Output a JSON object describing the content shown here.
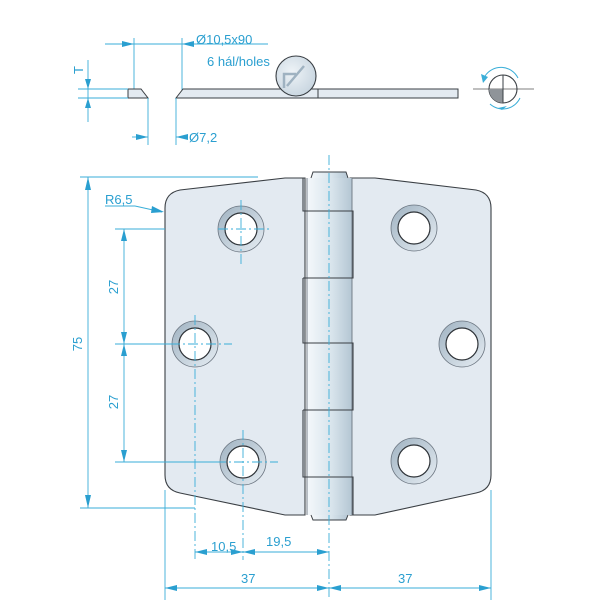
{
  "drawing": {
    "title": "Hinge technical drawing",
    "colors": {
      "dimension": "#2a9fd0",
      "outline": "#3a3f44",
      "leaf_fill": "#e3eaf1",
      "knuckle_light": "#f4f8fb",
      "knuckle_dark": "#b9cad6"
    },
    "side_view": {
      "pin_label": "Ø10,5x90",
      "holes_label": "6 hál/holes",
      "hole_diameter_label": "Ø7,2",
      "thickness_label": "T"
    },
    "projection_symbol": "first-angle-projection-icon",
    "front_view": {
      "corner_radius_label": "R6,5",
      "height_label": "75",
      "hole_spacing_upper_label": "27",
      "hole_spacing_lower_label": "27",
      "hole_offset_x_label": "10,5",
      "hole_to_pin_label": "19,5",
      "leaf_width_left_label": "37",
      "leaf_width_right_label": "37"
    }
  }
}
